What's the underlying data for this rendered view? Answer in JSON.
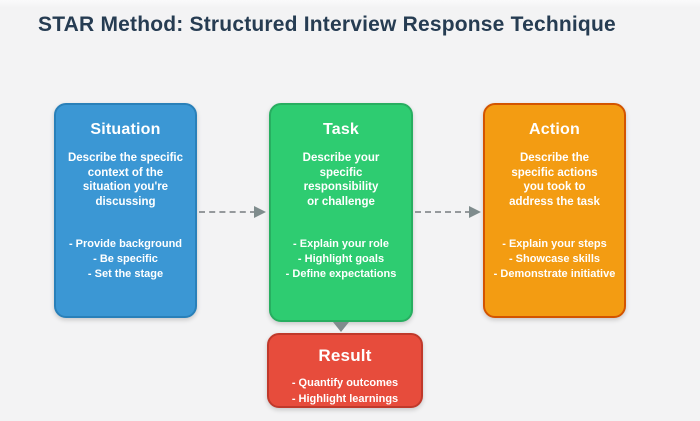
{
  "title": "STAR Method: Structured Interview Response Technique",
  "colors": {
    "background": "#f3f3f4",
    "title_text": "#263c52",
    "arrow": "#7f8c8d",
    "card_text": "#ffffff"
  },
  "cards": [
    {
      "id": "situation",
      "title": "Situation",
      "desc_lines": [
        "Describe the specific",
        "context of the",
        "situation you're",
        "discussing"
      ],
      "bullets": [
        "- Provide background",
        "- Be specific",
        "- Set the stage"
      ],
      "fill": "#3b97d4",
      "border": "#2980b9"
    },
    {
      "id": "task",
      "title": "Task",
      "desc_lines": [
        "Describe your",
        "specific",
        "responsibility",
        "or challenge"
      ],
      "bullets": [
        "- Explain your role",
        "- Highlight goals",
        "- Define expectations"
      ],
      "fill": "#2ecc71",
      "border": "#27ae60"
    },
    {
      "id": "action",
      "title": "Action",
      "desc_lines": [
        "Describe the",
        "specific actions",
        "you took to",
        "address the task"
      ],
      "bullets": [
        "- Explain your steps",
        "- Showcase skills",
        "- Demonstrate initiative"
      ],
      "fill": "#f39c12",
      "border": "#d35400"
    },
    {
      "id": "result",
      "title": "Result",
      "desc_lines": [],
      "bullets": [
        "- Quantify outcomes",
        "- Highlight learnings"
      ],
      "fill": "#e74c3c",
      "border": "#c0392b"
    }
  ]
}
